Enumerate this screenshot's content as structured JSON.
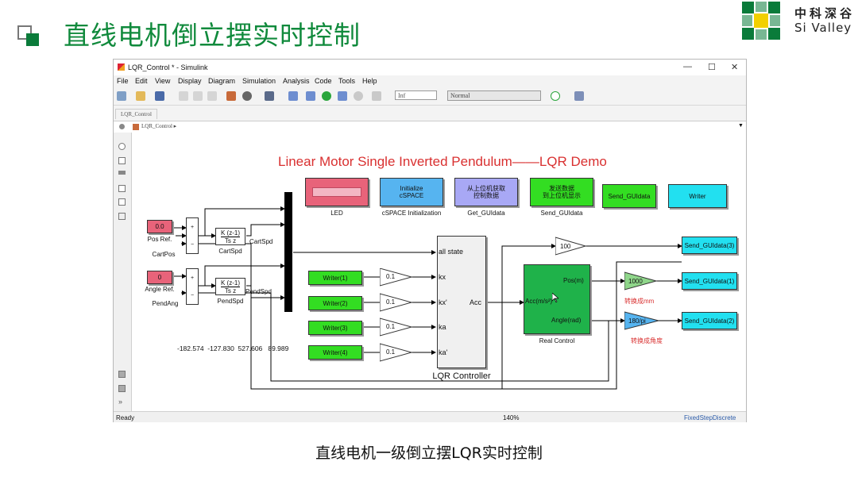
{
  "slide": {
    "title": "直线电机倒立摆实时控制",
    "logo_cn": "中科深谷",
    "logo_en": "Si Valley",
    "caption": "直线电机一级倒立摆LQR实时控制"
  },
  "window": {
    "title": "LQR_Control * - Simulink",
    "buttons": {
      "minimize": "—",
      "maximize": "☐",
      "close": "✕"
    },
    "menu": [
      "File",
      "Edit",
      "View",
      "Display",
      "Diagram",
      "Simulation",
      "Analysis",
      "Code",
      "Tools",
      "Help"
    ],
    "toolbar": {
      "stop_time": "Inf",
      "sim_mode": "Normal"
    },
    "tab": "LQR_Control",
    "address": "LQR_Control ▸",
    "status": {
      "left": "Ready",
      "zoom": "140%",
      "solver": "FixedStepDiscrete"
    }
  },
  "diagram": {
    "title": "Linear Motor Single Inverted Pendulum——LQR Demo",
    "top_blocks": {
      "led": {
        "label": "LED"
      },
      "init": {
        "text1": "Initialize",
        "text2": "cSPACE",
        "label": "cSPACE Initialization"
      },
      "get": {
        "text1": "从上位机获取",
        "text2": "控制数据",
        "label": "Get_GUIdata"
      },
      "send": {
        "text1": "发送数据",
        "text2": "到上位机显示",
        "label": "Send_GUIdata"
      },
      "send_btn": {
        "text": "Send_GUIdata"
      },
      "writer_btn": {
        "text": "Writer"
      }
    },
    "pos_ref": {
      "value": "0.0",
      "label": "Pos Ref.",
      "sub": "CartPos"
    },
    "angle_ref": {
      "value": "0",
      "label": "Angle Ref.",
      "sub": "PendAng"
    },
    "sum_signs": {
      "plus": "+",
      "minus": "−"
    },
    "tf": {
      "num": "K (z-1)",
      "den": "Ts z",
      "cart_label": "CartSpd",
      "pend_label": "PendSpd",
      "cart_out": "CartSpd",
      "pend_out": "PendSpd"
    },
    "writers": [
      "Writer(1)",
      "Writer(2)",
      "Writer(3)",
      "Writer(4)"
    ],
    "writer_gains": [
      "0.1",
      "0.1",
      "0.1",
      "0.1"
    ],
    "k_values": "-182.574  -127.830  527.606   89.989",
    "lqr": {
      "label": "LQR Controller",
      "inputs": [
        "all state",
        "kx",
        "kx'",
        "ka",
        "ka'"
      ],
      "output": "Acc"
    },
    "gain_100": "100",
    "real_control": {
      "label": "Real Control",
      "input": "Acc(m/s²)",
      "out1": "Pos(m)",
      "out2": "Angle(rad)"
    },
    "gain_1000": "1000",
    "gain_180": "180/pi",
    "note1": "转换成mm",
    "note2": "转换成角度",
    "send_outs": [
      "Send_GUIdata(3)",
      "Send_GUIdata(1)",
      "Send_GUIdata(2)"
    ]
  },
  "colors": {
    "slide_green": "#108a3c",
    "diagram_red": "#d93030",
    "writer_green": "#33dd22",
    "send_cyan": "#22e0f0",
    "init_blue": "#56b4f0",
    "get_lilac": "#a8a8f5",
    "led_pink": "#e8637a",
    "real_green": "#1fb24a"
  }
}
